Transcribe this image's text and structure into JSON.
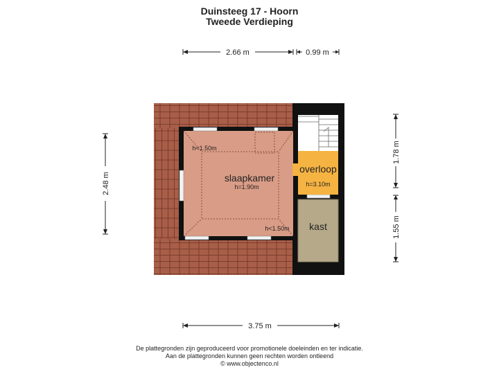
{
  "header": {
    "title": "Duinsteeg 17 - Hoorn",
    "subtitle": "Tweede Verdieping"
  },
  "dimensions": {
    "top_left": "2.66 m",
    "top_right": "0.99 m",
    "left": "2.48 m",
    "right_top": "1.78 m",
    "right_bottom": "1.55 m",
    "bottom": "3.75 m"
  },
  "rooms": {
    "slaapkamer": {
      "name": "slaapkamer",
      "height": "h=1.90m"
    },
    "overloop": {
      "name": "overloop",
      "height": "h=3.10m"
    },
    "kast": {
      "name": "kast"
    },
    "ceiling_top": "h<1.50m",
    "ceiling_bottom": "h<1.50m"
  },
  "footer": {
    "line1": "De plattegronden zijn geproduceerd voor promotionele doeleinden en ter indicatie.",
    "line2": "Aan de plattegronden kunnen geen rechten worden ontleend",
    "line3": "© www.objectenco.nl"
  },
  "colors": {
    "roof": "#a85e48",
    "roof_line": "#6e3425",
    "bedroom": "#d99c86",
    "landing": "#f5b342",
    "closet": "#b5a98a",
    "wall": "#111111"
  }
}
